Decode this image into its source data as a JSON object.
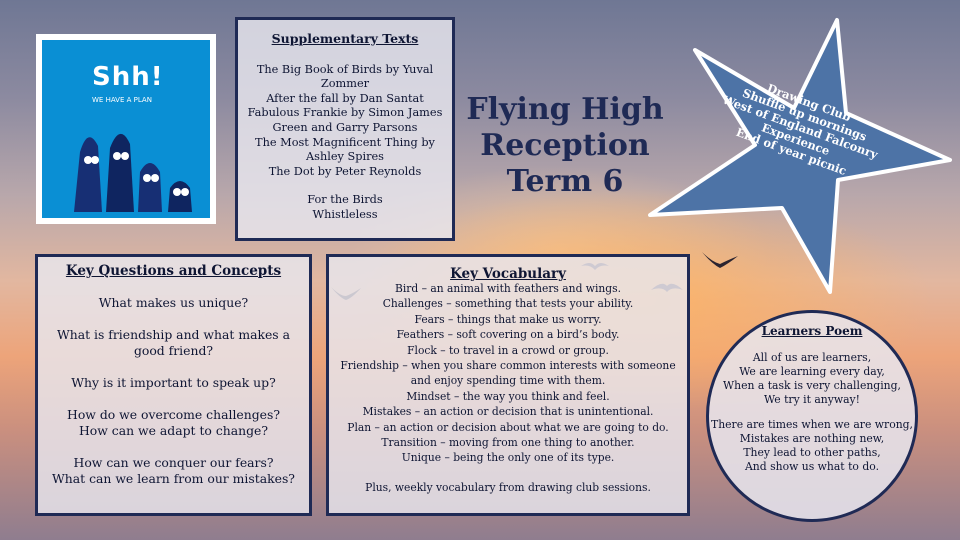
{
  "cover": {
    "title": "Shh!",
    "subtitle": "WE HAVE A PLAN"
  },
  "supplementary": {
    "heading": "Supplementary Texts",
    "books": [
      "The Big Book of Birds by Yuval Zommer",
      "After the fall by Dan Santat",
      "Fabulous Frankie by Simon James Green and Garry Parsons",
      "The Most Magnificent Thing by Ashley Spires",
      "The Dot by Peter Reynolds"
    ],
    "extra": [
      "For the Birds",
      "Whistleless"
    ]
  },
  "title": {
    "line1": "Flying High",
    "line2": "Reception",
    "line3": "Term 6"
  },
  "star": {
    "items": [
      "Drawing Club",
      "Shuffle up mornings",
      "West of England Falconry",
      "Experience",
      "End of year picnic"
    ],
    "color": "#4d73a6"
  },
  "key_questions": {
    "heading": "Key Questions and Concepts",
    "q1": "What makes us unique?",
    "q2": "What is friendship and what makes a good friend?",
    "q3": "Why is it important to speak up?",
    "q4a": "How do we overcome challenges?",
    "q4b": "How can we adapt to change?",
    "q5a": "How can we conquer our fears?",
    "q5b": "What can we learn from our mistakes?"
  },
  "vocabulary": {
    "heading": "Key Vocabulary",
    "items": [
      "Bird – an animal with feathers and wings.",
      "Challenges – something that tests your ability.",
      "Fears – things that make us worry.",
      "Feathers – soft covering on a bird’s body.",
      "Flock – to travel in a crowd or group.",
      "Friendship – when you share common interests with someone and enjoy spending time with them.",
      "Mindset – the way you think and feel.",
      "Mistakes – an action or decision that is unintentional.",
      "Plan – an action or decision about what we are going to do.",
      "Transition – moving from one thing to another.",
      "Unique – being the only one of its type."
    ],
    "extra": "Plus, weekly vocabulary from drawing club sessions."
  },
  "poem": {
    "heading": "Learners Poem",
    "stanza1": [
      "All of us are learners,",
      "We are learning every day,",
      "When a task is very challenging,",
      "We try it anyway!"
    ],
    "stanza2": [
      "There are times when we are wrong,",
      "Mistakes are nothing new,",
      "They lead to other paths,",
      "And show us what to do."
    ]
  }
}
